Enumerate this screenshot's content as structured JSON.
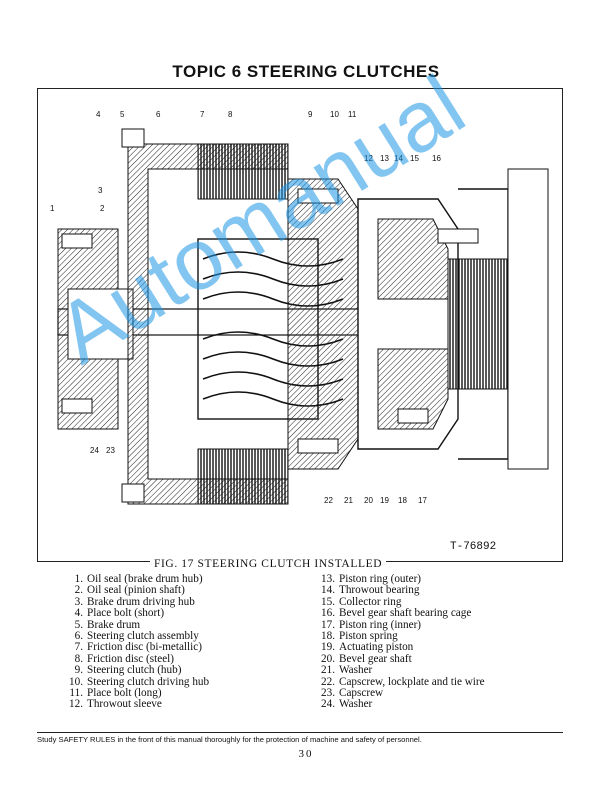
{
  "page": {
    "title": "TOPIC 6 STEERING CLUTCHES",
    "figure_caption": "FIG. 17 STEERING CLUTCH INSTALLED",
    "figure_id": "T-76892",
    "watermark": "Automanual",
    "footer_note": "Study SAFETY RULES in the front of this manual thoroughly for the protection of machine and safety of personnel.",
    "page_number": "30"
  },
  "callouts": [
    "1",
    "2",
    "3",
    "4",
    "5",
    "6",
    "7",
    "8",
    "9",
    "10",
    "11",
    "12",
    "13",
    "14",
    "15",
    "16",
    "17",
    "18",
    "19",
    "20",
    "21",
    "22",
    "23",
    "24"
  ],
  "legend_left": [
    {
      "num": "1.",
      "text": "Oil seal (brake drum hub)"
    },
    {
      "num": "2.",
      "text": "Oil seal (pinion shaft)"
    },
    {
      "num": "3.",
      "text": "Brake drum driving hub"
    },
    {
      "num": "4.",
      "text": "Place bolt (short)"
    },
    {
      "num": "5.",
      "text": "Brake drum"
    },
    {
      "num": "6.",
      "text": "Steering clutch assembly"
    },
    {
      "num": "7.",
      "text": "Friction disc (bi-metallic)"
    },
    {
      "num": "8.",
      "text": "Friction disc (steel)"
    },
    {
      "num": "9.",
      "text": "Steering clutch (hub)"
    },
    {
      "num": "10.",
      "text": "Steering clutch driving hub"
    },
    {
      "num": "11.",
      "text": "Place bolt (long)"
    },
    {
      "num": "12.",
      "text": "Throwout sleeve"
    }
  ],
  "legend_right": [
    {
      "num": "13.",
      "text": "Piston ring (outer)"
    },
    {
      "num": "14.",
      "text": "Throwout bearing"
    },
    {
      "num": "15.",
      "text": "Collector ring"
    },
    {
      "num": "16.",
      "text": "Bevel gear shaft bearing cage"
    },
    {
      "num": "17.",
      "text": "Piston ring (inner)"
    },
    {
      "num": "18.",
      "text": "Piston spring"
    },
    {
      "num": "19.",
      "text": "Actuating piston"
    },
    {
      "num": "20.",
      "text": "Bevel gear shaft"
    },
    {
      "num": "21.",
      "text": "Washer"
    },
    {
      "num": "22.",
      "text": "Capscrew, lockplate and tie wire"
    },
    {
      "num": "23.",
      "text": "Capscrew"
    },
    {
      "num": "24.",
      "text": "Washer"
    }
  ]
}
